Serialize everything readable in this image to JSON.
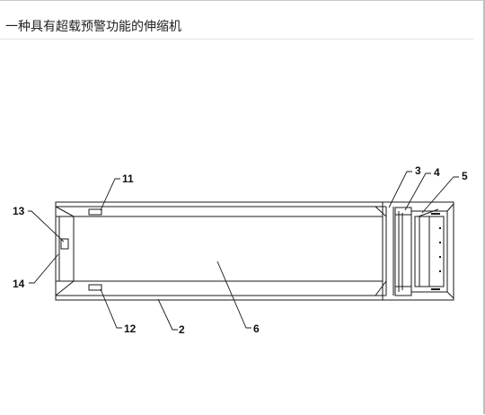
{
  "title": "一种具有超载预警功能的伸缩机",
  "labels": {
    "l11": "11",
    "l12": "12",
    "l13": "13",
    "l14": "14",
    "l2": "2",
    "l3": "3",
    "l4": "4",
    "l5": "5",
    "l6": "6"
  }
}
